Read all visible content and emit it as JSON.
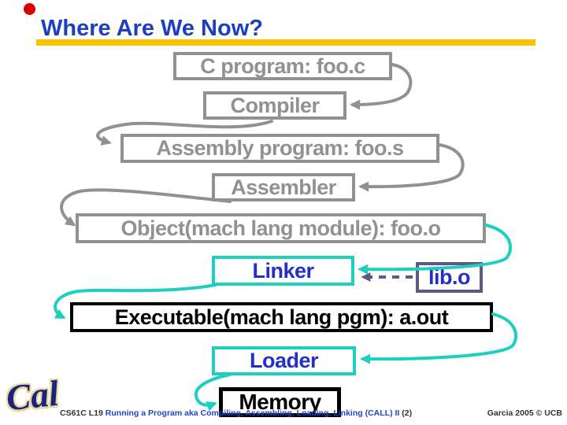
{
  "slide": {
    "title": "Where Are We Now?"
  },
  "colors": {
    "title_blue": "#1b3fc0",
    "underline_gold": "#f5c504",
    "box_gray": "#919191",
    "arrow_cyan": "#1ccfbe",
    "slate_navy": "#5a5a82",
    "label_blue": "#2230c8",
    "black": "#000000",
    "red_dot": "#d80000"
  },
  "diagram": {
    "nodes": [
      {
        "id": "c-program",
        "label": "C program: foo.c",
        "style": "gray"
      },
      {
        "id": "compiler",
        "label": "Compiler",
        "style": "gray"
      },
      {
        "id": "assembly",
        "label": "Assembly program: foo.s",
        "style": "gray"
      },
      {
        "id": "assembler",
        "label": "Assembler",
        "style": "gray"
      },
      {
        "id": "object",
        "label": "Object(mach lang module): foo.o",
        "style": "gray"
      },
      {
        "id": "linker",
        "label": "Linker",
        "style": "cyan"
      },
      {
        "id": "lib-o",
        "label": "lib.o",
        "style": "slate"
      },
      {
        "id": "executable",
        "label": "Executable(mach lang pgm): a.out",
        "style": "black"
      },
      {
        "id": "loader",
        "label": "Loader",
        "style": "cyan"
      },
      {
        "id": "memory",
        "label": "Memory",
        "style": "black-thick"
      }
    ],
    "edges": [
      {
        "from": "c-program",
        "to": "compiler",
        "style": "gray-solid"
      },
      {
        "from": "compiler",
        "to": "assembly",
        "style": "gray-solid"
      },
      {
        "from": "assembly",
        "to": "assembler",
        "style": "gray-solid"
      },
      {
        "from": "assembler",
        "to": "object",
        "style": "gray-solid"
      },
      {
        "from": "object",
        "to": "linker",
        "style": "cyan-solid"
      },
      {
        "from": "lib-o",
        "to": "linker",
        "style": "slate-dashed"
      },
      {
        "from": "linker",
        "to": "executable",
        "style": "cyan-solid"
      },
      {
        "from": "executable",
        "to": "loader",
        "style": "cyan-solid"
      },
      {
        "from": "loader",
        "to": "memory",
        "style": "cyan-solid"
      }
    ]
  },
  "footer": {
    "course": "CS61C L19",
    "lecture_title": "Running a Program aka Compiling, Assembling, Loading, Linking (CALL) II",
    "page": "(2)",
    "credit": "Garcia 2005 © UCB",
    "logo_text": "Cal"
  }
}
